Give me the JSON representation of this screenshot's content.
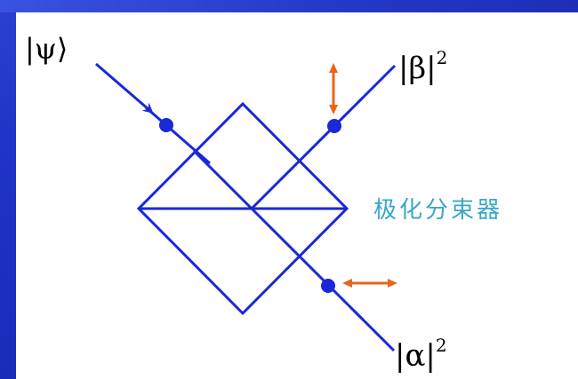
{
  "labels": {
    "input_state": "|ψ⟩",
    "output_beta": "|β|",
    "output_alpha": "|α|",
    "exponent_beta": "2",
    "exponent_alpha": "2",
    "device": "极化分束器"
  },
  "colors": {
    "background": "#1f33c6",
    "panel": "#ffffff",
    "optics": "#1a28d8",
    "polarization_arrow": "#e8651c",
    "caption": "#3aa7c8"
  }
}
